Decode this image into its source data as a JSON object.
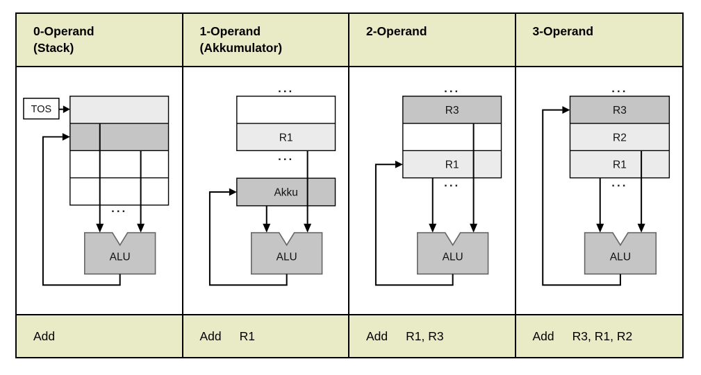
{
  "table": {
    "colors": {
      "header_bg": "#e9eac6",
      "light_cell": "#ebebeb",
      "dark_cell": "#c5c5c5",
      "alu_border": "#666666",
      "line": "#000000"
    },
    "columns": [
      {
        "header_lines": [
          "0-Operand",
          "(Stack)"
        ],
        "diagram": {
          "tos_label": "TOS",
          "ellipsis": "...",
          "alu_label": "ALU"
        },
        "instruction": {
          "mnemonic": "Add",
          "operands": ""
        }
      },
      {
        "header_lines": [
          "1-Operand",
          "(Akkumulator)"
        ],
        "diagram": {
          "cells": [
            "",
            "R1"
          ],
          "akku_label": "Akku",
          "ellipsis": "...",
          "alu_label": "ALU"
        },
        "instruction": {
          "mnemonic": "Add",
          "operands": "R1"
        }
      },
      {
        "header_lines": [
          "2-Operand"
        ],
        "diagram": {
          "cells": [
            "R3",
            "",
            "R1"
          ],
          "ellipsis": "...",
          "alu_label": "ALU"
        },
        "instruction": {
          "mnemonic": "Add",
          "operands": "R1, R3"
        }
      },
      {
        "header_lines": [
          "3-Operand"
        ],
        "diagram": {
          "cells": [
            "R3",
            "R2",
            "R1"
          ],
          "ellipsis": "...",
          "alu_label": "ALU"
        },
        "instruction": {
          "mnemonic": "Add",
          "operands": "R3, R1, R2"
        }
      }
    ]
  }
}
